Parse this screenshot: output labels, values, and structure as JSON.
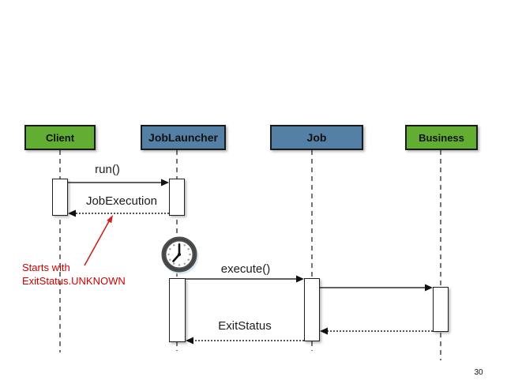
{
  "diagram_type": "uml-sequence-diagram",
  "actors": [
    {
      "id": "client",
      "label": "Client",
      "color": "#62ae32"
    },
    {
      "id": "joblauncher",
      "label": "JobLauncher",
      "color": "#5580a5"
    },
    {
      "id": "job",
      "label": "Job",
      "color": "#5580a5"
    },
    {
      "id": "business",
      "label": "Business",
      "color": "#62ae32"
    }
  ],
  "messages": [
    {
      "from": "Client",
      "to": "JobLauncher",
      "label": "run()",
      "style": "solid"
    },
    {
      "from": "JobLauncher",
      "to": "Client",
      "label": "JobExecution",
      "style": "dotted-return"
    },
    {
      "from": "JobLauncher",
      "to": "Job",
      "label": "execute()",
      "style": "solid"
    },
    {
      "from": "Job",
      "to": "Business",
      "label": "",
      "style": "solid"
    },
    {
      "from": "Business",
      "to": "Job",
      "label": "",
      "style": "dotted-return"
    },
    {
      "from": "Job",
      "to": "JobLauncher",
      "label": "ExitStatus",
      "style": "dotted-return"
    }
  ],
  "annotation": {
    "lines": [
      "Starts with",
      "ExitStatus.UNKNOWN"
    ],
    "color": "#cc0000"
  },
  "icons": {
    "clock": "clock-icon"
  },
  "page": {
    "number": "30"
  }
}
